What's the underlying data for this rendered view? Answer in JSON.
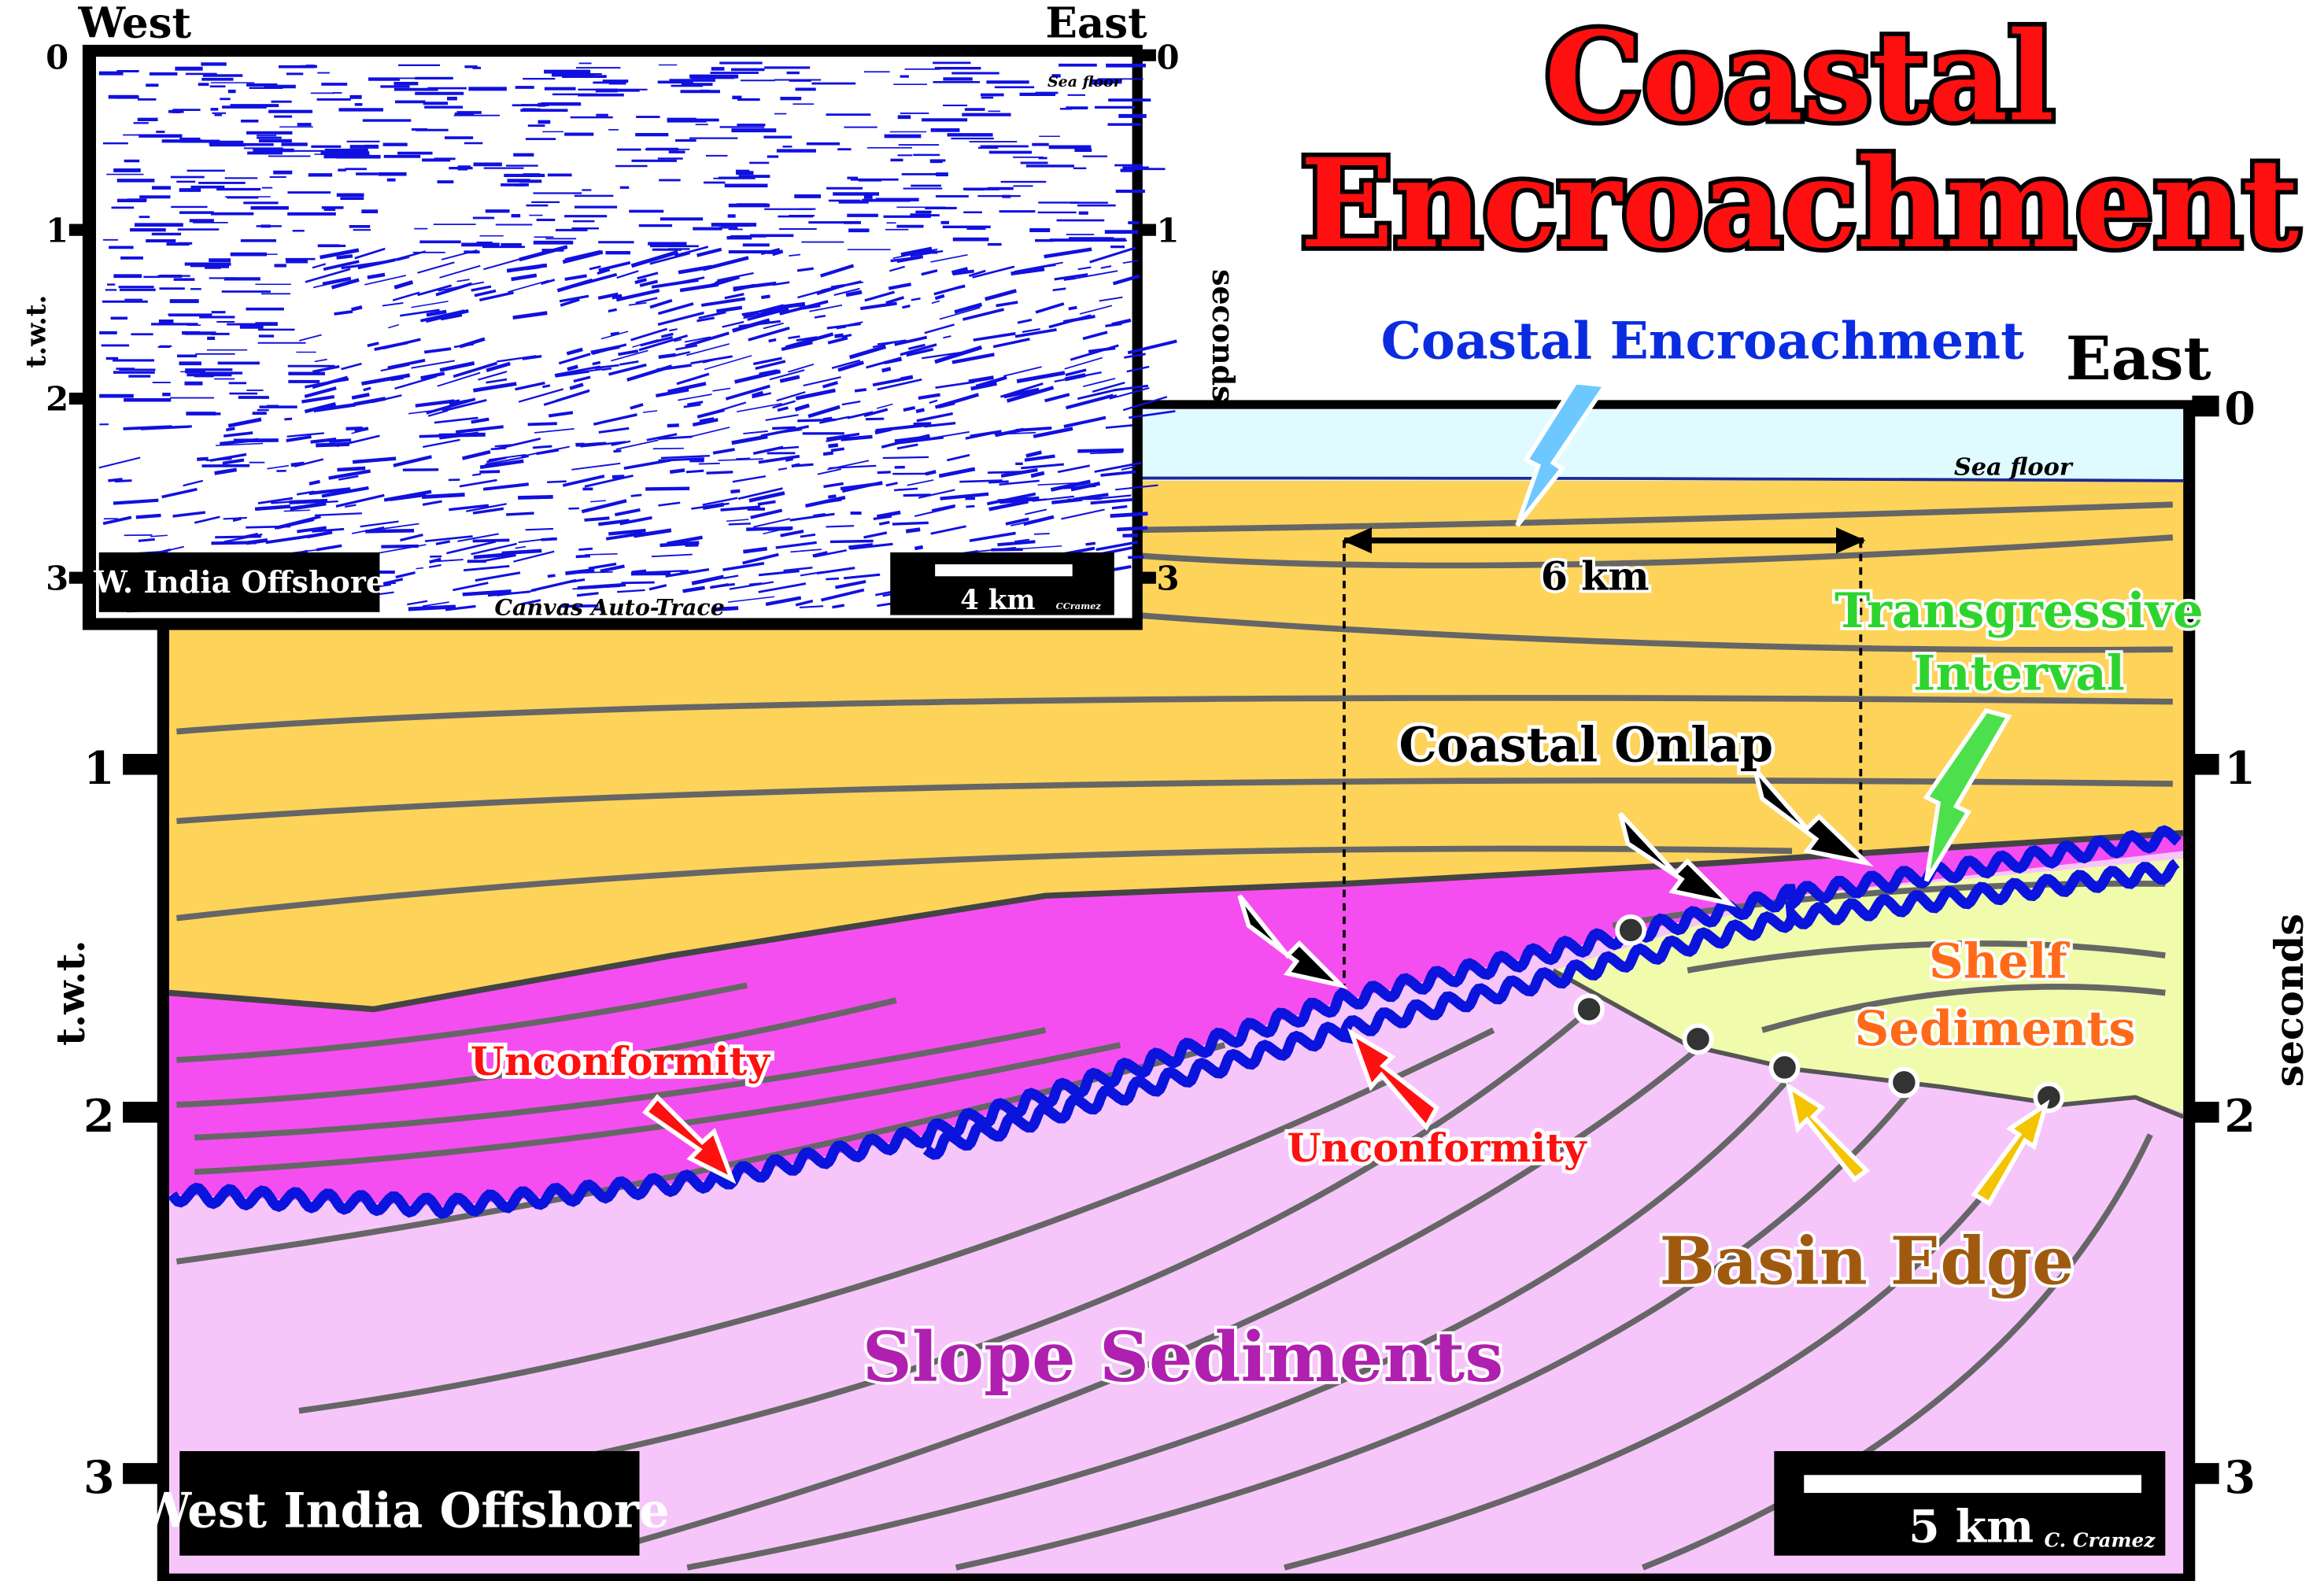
{
  "title": {
    "line1": "Coastal",
    "line2": "Encroachment"
  },
  "inset": {
    "west": "West",
    "east": "East",
    "left_axis_label": "t.w.t.",
    "right_axis_label": "seconds",
    "ticks": [
      "0",
      "1",
      "2",
      "3"
    ],
    "sea_floor": "Sea floor",
    "location": "W. India Offshore",
    "caption": "Canvas Auto-Trace",
    "scale": "4 km",
    "author": "CCramez"
  },
  "main": {
    "east": "East",
    "left_axis_label": "t.w.t.",
    "right_axis_label": "seconds",
    "ticks": [
      "0",
      "1",
      "2",
      "3"
    ],
    "sea_floor": "Sea floor",
    "coastal_encroachment": "Coastal Encroachment",
    "distance": "6 km",
    "transgressive_1": "Transgressive",
    "transgressive_2": "Interval",
    "coastal_onlap": "Coastal Onlap",
    "shelf_1": "Shelf",
    "shelf_2": "Sediments",
    "unconformity_left": "Unconformity",
    "unconformity_mid": "Unconformity",
    "basin_edge": "Basin Edge",
    "slope": "Slope Sediments",
    "location": "West India Offshore",
    "scale": "5 km",
    "author": "C. Cramez"
  },
  "colors": {
    "sea": "#e0fbff",
    "yellow": "#fdd35a",
    "magenta": "#f54ef0",
    "pink": "#f6c6fb",
    "shelf": "#f0fbab",
    "blue": "#0a14dc",
    "title_red": "#ff1010"
  }
}
